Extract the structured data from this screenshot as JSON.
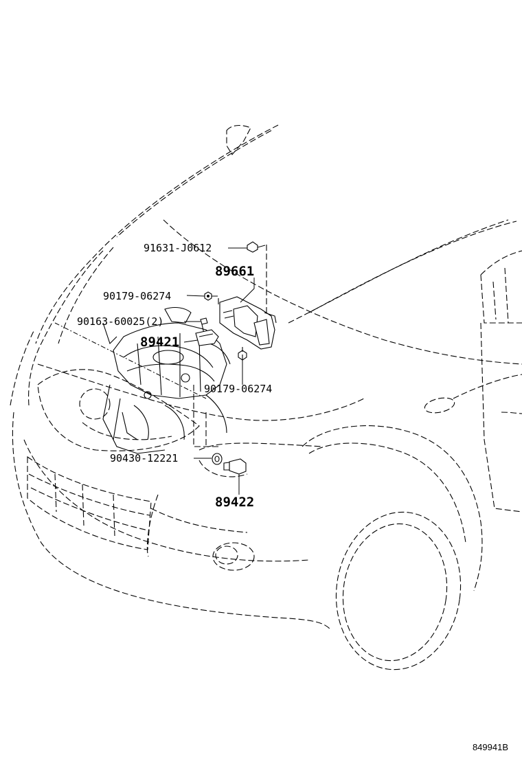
{
  "labels": {
    "p91631": "91631-J0612",
    "p89661": "89661",
    "p90179a": "90179-06274",
    "p90163": "90163-60025(2)",
    "p89421": "89421",
    "p90179b": "90179-06274",
    "p90430": "90430-12221",
    "p89422": "89422"
  },
  "reference_code": "849941B"
}
